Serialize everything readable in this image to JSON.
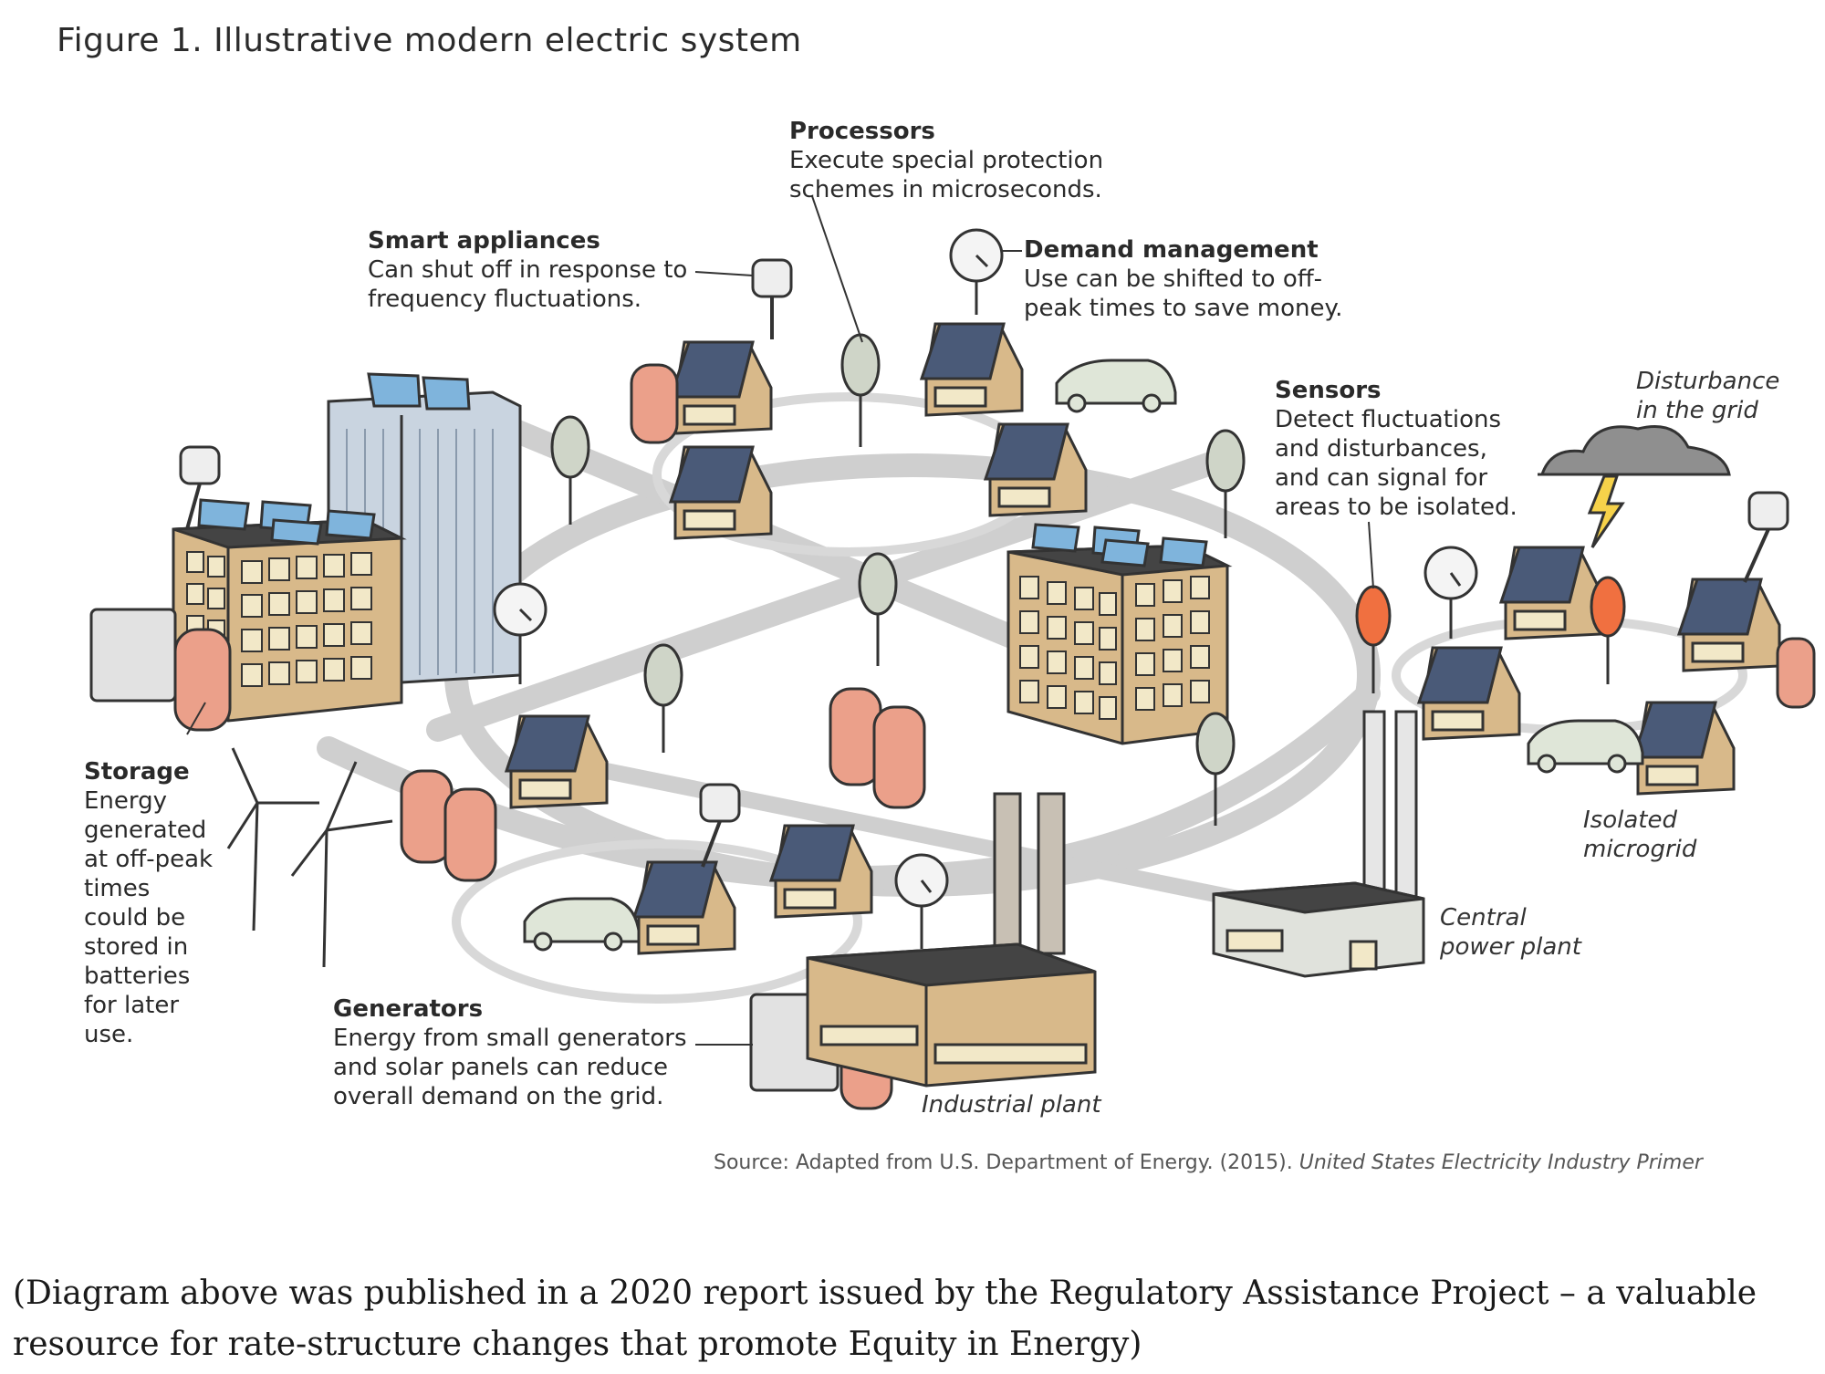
{
  "figure_title": "Figure 1. Illustrative modern electric system",
  "callouts": {
    "processors": {
      "title": "Processors",
      "lines": [
        "Execute special protection",
        "schemes in microseconds."
      ]
    },
    "smart_appliances": {
      "title": "Smart appliances",
      "lines": [
        "Can shut off in response to",
        "frequency fluctuations."
      ]
    },
    "demand_management": {
      "title": "Demand management",
      "lines": [
        "Use can be shifted to off-",
        "peak times to save money."
      ]
    },
    "sensors": {
      "title": "Sensors",
      "lines": [
        "Detect fluctuations",
        "and disturbances,",
        "and can signal for",
        "areas to be isolated."
      ]
    },
    "storage": {
      "title": "Storage",
      "lines": [
        "Energy",
        "generated",
        "at off-peak",
        "times",
        "could be",
        "stored in",
        "batteries",
        "for later",
        "use."
      ]
    },
    "generators": {
      "title": "Generators",
      "lines": [
        "Energy from small generators",
        "and solar panels can reduce",
        "overall demand on the grid."
      ]
    }
  },
  "labels": {
    "disturbance": [
      "Disturbance",
      "in the grid"
    ],
    "microgrid": [
      "Isolated",
      "microgrid"
    ],
    "central_plant": [
      "Central",
      "power plant"
    ],
    "industrial_plant": "Industrial plant"
  },
  "source": {
    "prefix": "Source: Adapted from U.S. Department of Energy. (2015).",
    "title": "United States Electricity Industry Primer"
  },
  "caption": "(Diagram above was published in a 2020 report issued by the Regulatory Assistance Project – a valuable resource for rate-structure changes that promote Equity in Energy)",
  "colors": {
    "grid_road": "#cfcfcf",
    "building_tan": "#d8b98a",
    "battery": "#eba08a",
    "solar": "#4a5a78",
    "sensor_alert": "#f07040"
  }
}
